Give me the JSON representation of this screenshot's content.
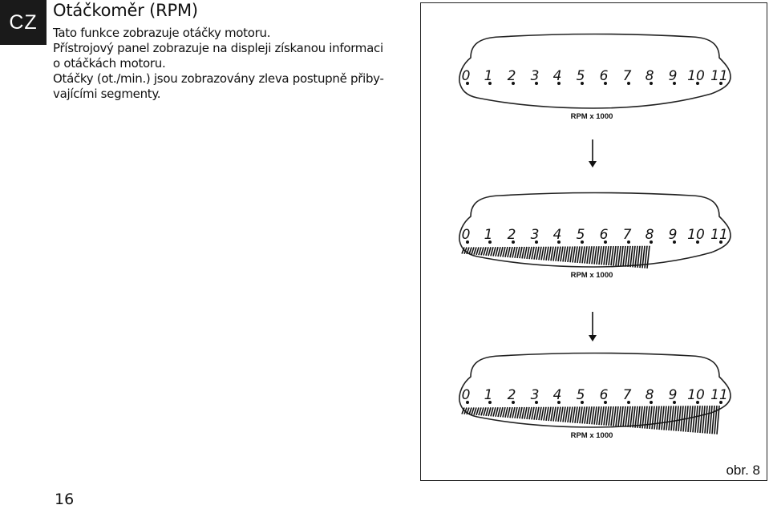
{
  "language_badge": "CZ",
  "section_title": "Otáčkoměr (RPM)",
  "body_lines": [
    "Tato funkce zobrazuje otáčky motoru.",
    "Přístrojový panel zobrazuje na displeji získanou informaci",
    "o otáčkách motoru.",
    "Otáčky (ot./min.) jsou zobrazovány zleva postupně přiby-",
    "vajícími segmenty."
  ],
  "page_number": "16",
  "figure": {
    "label": "obr. 8",
    "displays": [
      {
        "scale_labels": [
          "0",
          "1",
          "2",
          "3",
          "4",
          "5",
          "6",
          "7",
          "8",
          "9",
          "10",
          "11"
        ],
        "unit_label": "RPM x 1000",
        "fill_fraction": 0.0
      },
      {
        "scale_labels": [
          "0",
          "1",
          "2",
          "3",
          "4",
          "5",
          "6",
          "7",
          "8",
          "9",
          "10",
          "11"
        ],
        "unit_label": "RPM x 1000",
        "fill_fraction": 0.73
      },
      {
        "scale_labels": [
          "0",
          "1",
          "2",
          "3",
          "4",
          "5",
          "6",
          "7",
          "8",
          "9",
          "10",
          "11"
        ],
        "unit_label": "RPM x 1000",
        "fill_fraction": 1.0
      }
    ],
    "arrow_icon": "arrow-down-icon"
  }
}
